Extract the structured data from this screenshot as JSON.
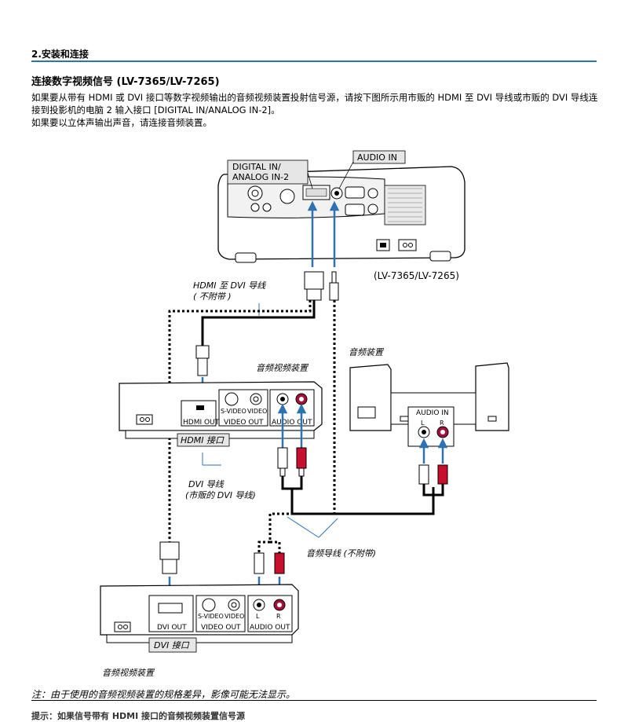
{
  "section_title": "2.安装和连接",
  "heading": "连接数字视频信号 (LV-7365/LV-7265)",
  "paragraph1": "如果要从带有 HDMI 或 DVI 接口等数字视频输出的音频视频装置投射信号源，请按下图所示用市贩的 HDMI 至 DVI 导线或市贩的 DVI 导线连接到投影机的电脑 2 输入接口 [DIGITAL IN/ANALOG IN-2]。",
  "paragraph2": "如果要以立体声输出声音，请连接音频装置。",
  "diagram": {
    "digital_in_label_1": "DIGITAL IN/",
    "digital_in_label_2": "ANALOG IN-2",
    "audio_in_label": "AUDIO IN",
    "model_label": "(LV-7365/LV-7265)",
    "hdmi_dvi_cable_1": "HDMI 至 DVI 导线",
    "hdmi_dvi_cable_2": "( 不附带 )",
    "av_device_top": "音频视频装置",
    "audio_device": "音频装置",
    "s_video": "S-VIDEO",
    "video": "VIDEO",
    "video_out": "VIDEO OUT",
    "ch_l": "L",
    "ch_r": "R",
    "audio_out": "AUDIO OUT",
    "hdmi_out": "HDMI OUT",
    "hdmi_port": "HDMI 接口",
    "speaker_audio_in": "AUDIO IN",
    "dvi_cable_1": "DVI 导线",
    "dvi_cable_2": "(市贩的 DVI 导线)",
    "audio_cable": "音频导线 (不附带)",
    "dvi_out": "DVI OUT",
    "dvi_port": "DVI 接口",
    "av_device_bottom": "音频视频装置"
  },
  "note": "注：由于使用的音频视频装置的规格差异，影像可能无法显示。",
  "tip": "提示：如果信号带有 HDMI 接口的音频视频装置信号源"
}
